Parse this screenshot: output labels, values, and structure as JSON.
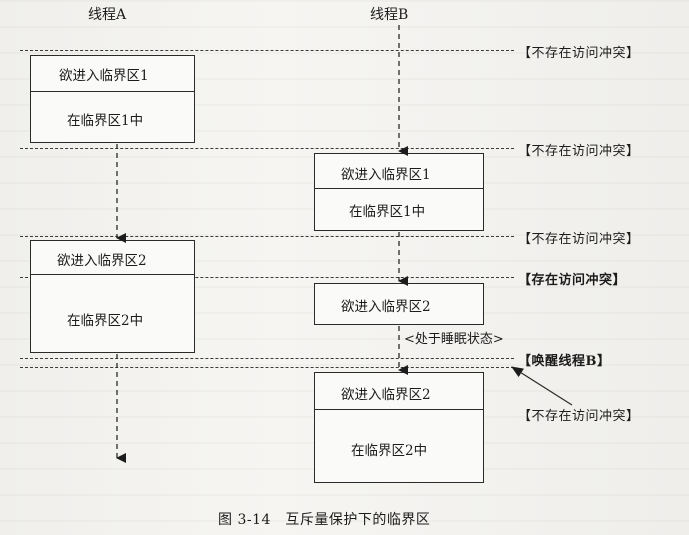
{
  "threads": {
    "a_label": "线程A",
    "b_label": "线程B"
  },
  "status_labels": {
    "s1": "【不存在访问冲突】",
    "s2": "【不存在访问冲突】",
    "s3": "【不存在访问冲突】",
    "s4": "【存在访问冲突】",
    "s5": "【唤醒线程B】",
    "s6": "【不存在访问冲突】"
  },
  "boxes": {
    "a1": {
      "top_text": "欲进入临界区1",
      "bottom_text": "在临界区1中"
    },
    "a2": {
      "top_text": "欲进入临界区2",
      "bottom_text": "在临界区2中"
    },
    "b1": {
      "top_text": "欲进入临界区1",
      "bottom_text": "在临界区1中"
    },
    "b2": {
      "top_text": "欲进入临界区2"
    },
    "b3": {
      "top_text": "欲进入临界区2",
      "bottom_text": "在临界区2中"
    }
  },
  "sleep_label": "<处于睡眠状态>",
  "caption": "图 3-14　互斥量保护下的临界区"
}
